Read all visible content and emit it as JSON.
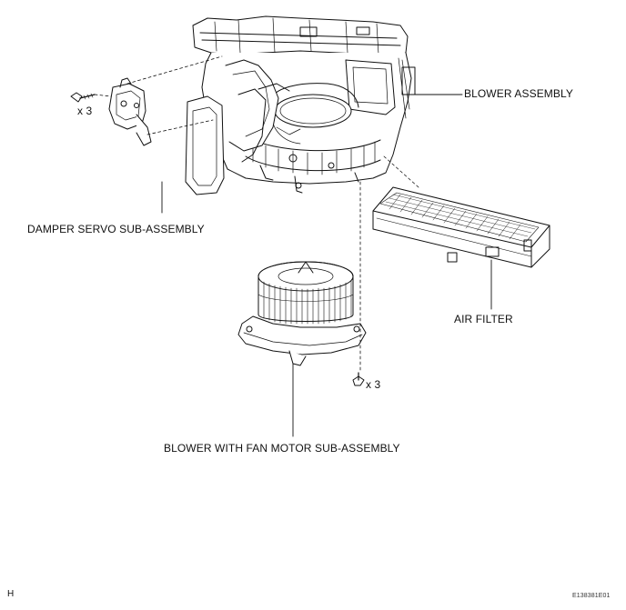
{
  "labels": {
    "blower_assembly": "BLOWER ASSEMBLY",
    "damper_servo": "DAMPER SERVO SUB-ASSEMBLY",
    "air_filter": "AIR FILTER",
    "blower_fan_motor": "BLOWER WITH FAN MOTOR SUB-ASSEMBLY"
  },
  "quantities": {
    "servo_screws": "x 3",
    "motor_screws": "x 3"
  },
  "corner": {
    "left_code": "H",
    "right_code": "E138381E01"
  },
  "colors": {
    "ink": "#111111",
    "background": "#ffffff"
  }
}
